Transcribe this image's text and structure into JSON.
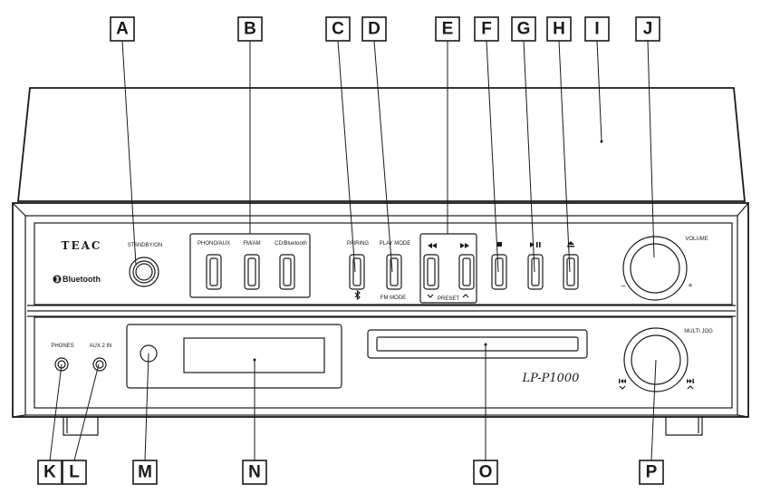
{
  "callouts": [
    "A",
    "B",
    "C",
    "D",
    "E",
    "F",
    "G",
    "H",
    "I",
    "J",
    "K",
    "L",
    "M",
    "N",
    "O",
    "P"
  ],
  "front_panel": {
    "brand_logo": "TEAC",
    "bluetooth_logo": "Bluetooth",
    "model_name": "LP-P1000",
    "labels": {
      "standby": "STANDBY/ON",
      "phono_aux": "PHONO/AUX",
      "fm_am": "FM/AM",
      "cd_bluetooth": "CD/Bluetooth",
      "pairing": "PAIRING",
      "play_mode": "PLAY MODE",
      "fm_mode": "FM MODE",
      "preset": "PRESET",
      "volume": "VOLUME",
      "vol_minus": "–",
      "vol_plus": "+",
      "multi_jog": "MULTI JOG",
      "phones": "PHONES",
      "aux2_in": "AUX 2 IN"
    },
    "icons": {
      "rewind": "rewind-icon",
      "fast_forward": "fast-forward-icon",
      "stop": "stop-icon",
      "play_pause": "play-pause-icon",
      "eject": "eject-icon",
      "bluetooth": "bluetooth-icon",
      "skip_prev": "skip-previous-icon",
      "skip_next": "skip-next-icon"
    }
  }
}
